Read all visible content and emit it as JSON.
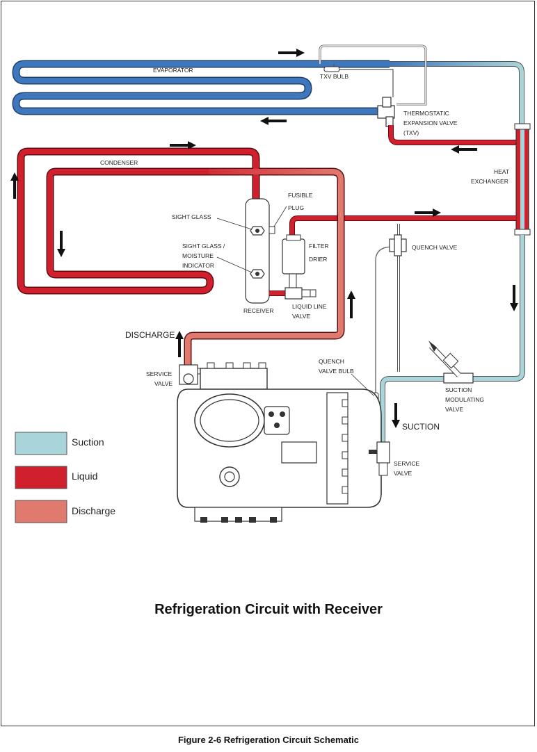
{
  "labels": {
    "evaporator": "EVAPORATOR",
    "txv_bulb": "TXV BULB",
    "txv_line1": "THERMOSTATIC",
    "txv_line2": "EXPANSION VALVE",
    "txv_line3": "(TXV)",
    "heat_exchanger_line1": "HEAT",
    "heat_exchanger_line2": "EXCHANGER",
    "condenser": "CONDENSER",
    "fusible_line1": "FUSIBLE",
    "fusible_line2": "PLUG",
    "sight_glass": "SIGHT GLASS",
    "moisture_line1": "SIGHT GLASS /",
    "moisture_line2": "MOISTURE",
    "moisture_line3": "INDICATOR",
    "filter_line1": "FILTER",
    "filter_line2": "DRIER",
    "quench_valve": "QUENCH VALVE",
    "receiver": "RECEIVER",
    "liquid_line_valve_line1": "LIQUID LINE",
    "liquid_line_valve_line2": "VALVE",
    "discharge": "DISCHARGE",
    "quench_bulb_line1": "QUENCH",
    "quench_bulb_line2": "VALVE BULB",
    "service_valve_left_line1": "SERVICE",
    "service_valve_left_line2": "VALVE",
    "smv_line1": "SUCTION",
    "smv_line2": "MODULATING",
    "smv_line3": "VALVE",
    "suction": "SUCTION",
    "service_valve_right_line1": "SERVICE",
    "service_valve_right_line2": "VALVE"
  },
  "legend": [
    {
      "label": "Suction",
      "color": "#a9d5da"
    },
    {
      "label": "Liquid",
      "color": "#d0202e"
    },
    {
      "label": "Discharge",
      "color": "#e07a6e"
    }
  ],
  "colors": {
    "suction": "#a9d5da",
    "liquid": "#d0202e",
    "discharge": "#e07a6e",
    "evaporator": "#3f77bd"
  },
  "title": "Refrigeration Circuit with Receiver",
  "caption": "Figure 2-6 Refrigeration Circuit Schematic"
}
